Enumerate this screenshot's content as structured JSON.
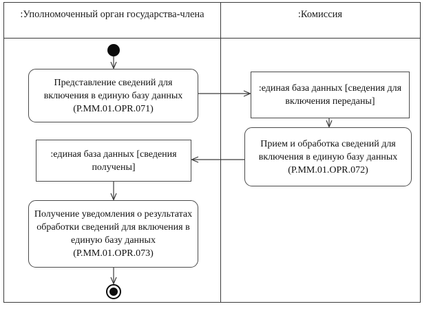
{
  "diagram": {
    "type": "uml-activity-diagram",
    "lanes": [
      {
        "id": "lane-left",
        "title": ":Уполномоченный орган государства-члена"
      },
      {
        "id": "lane-right",
        "title": ":Комиссия"
      }
    ],
    "nodes": {
      "start": {
        "kind": "initial-node",
        "lane": "lane-left"
      },
      "activity_1": {
        "kind": "activity",
        "lane": "lane-left",
        "label": "Представление сведений для включения в единую базу данных (Р.ММ.01.OPR.071)",
        "lines": [
          "Представление сведений для",
          "включения в единую базу",
          "данных (Р.ММ.01.OPR.071)"
        ]
      },
      "object_1": {
        "kind": "object-node",
        "lane": "lane-right",
        "label": ":единая база данных [сведения для включения переданы]",
        "lines": [
          ":единая база данных",
          "[сведения для включения",
          "переданы]"
        ]
      },
      "activity_2": {
        "kind": "activity",
        "lane": "lane-right",
        "label": "Прием и обработка сведений для включения в единую базу данных (Р.ММ.01.OPR.072)",
        "lines": [
          "Прием и обработка",
          "сведений для включения в",
          "единую базу данных",
          "(Р.ММ.01.OPR.072)"
        ]
      },
      "object_2": {
        "kind": "object-node",
        "lane": "lane-left",
        "label": ":единая база данных [сведения получены]",
        "lines": [
          ":единая база данных",
          "[сведения получены]"
        ]
      },
      "activity_3": {
        "kind": "activity",
        "lane": "lane-left",
        "label": "Получение уведомления о результатах обработки сведений для включения в единую базу данных (Р.ММ.01.OPR.073)",
        "lines": [
          "Получение уведомления о",
          "результатах обработки",
          "сведений для включения в",
          "единую базу данных",
          "(Р.ММ.01.OPR.073)"
        ]
      },
      "end": {
        "kind": "final-node",
        "lane": "lane-left"
      }
    },
    "edges": [
      {
        "from": "start",
        "to": "activity_1",
        "direction": "down"
      },
      {
        "from": "activity_1",
        "to": "object_1",
        "direction": "right"
      },
      {
        "from": "object_1",
        "to": "activity_2",
        "direction": "down"
      },
      {
        "from": "activity_2",
        "to": "object_2",
        "direction": "left"
      },
      {
        "from": "object_2",
        "to": "activity_3",
        "direction": "down"
      },
      {
        "from": "activity_3",
        "to": "end",
        "direction": "down"
      }
    ],
    "colors": {
      "frame_stroke": "#3a3a3a",
      "node_stroke": "#4a4a4a",
      "edge_stroke": "#3a3a3a",
      "text": "#111111",
      "background": "#ffffff"
    }
  }
}
